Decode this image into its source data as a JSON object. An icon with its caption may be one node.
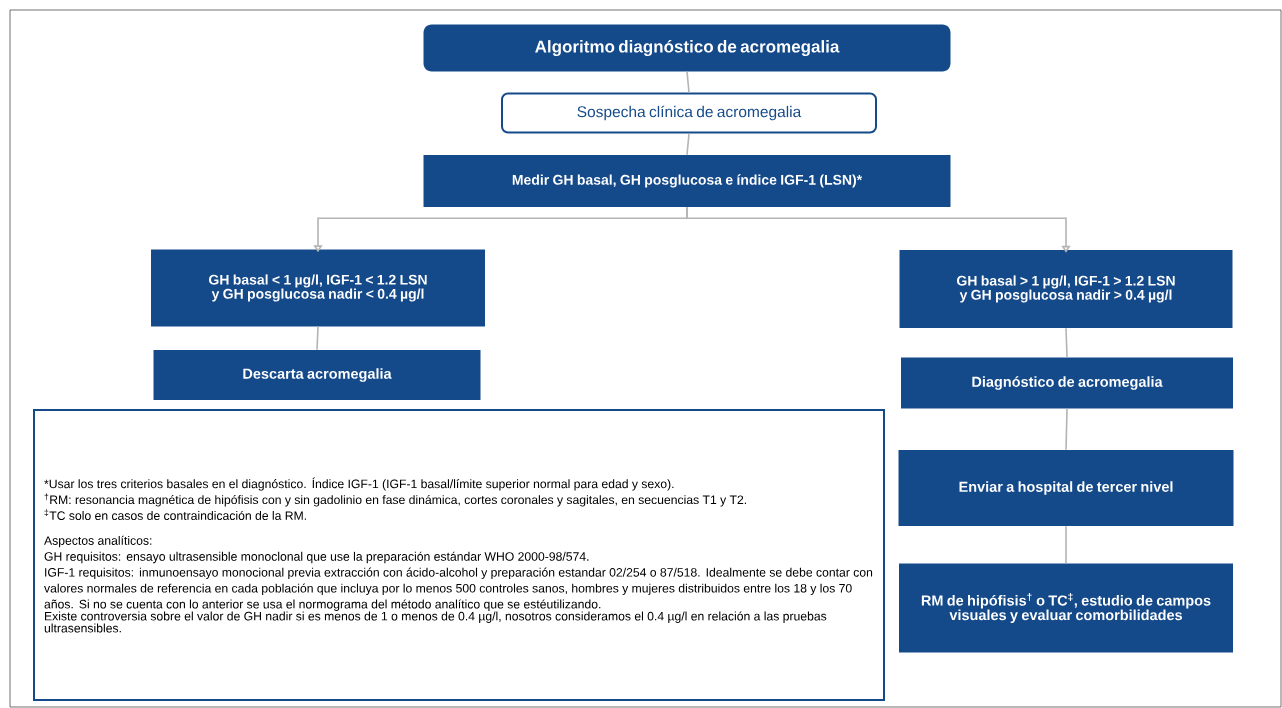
{
  "diagram": {
    "nodes": [
      {
        "text": [
          "Algoritmo diagnóstico de acromegalia"
        ]
      },
      {
        "text": [
          "Sospecha clínica de acromegalia"
        ]
      },
      {
        "text": [
          "Medir GH basal, GH posglucosa e índice IGF-1 (LSN)*"
        ]
      },
      {
        "text": [
          "GH basal < 1 µg/l, IGF-1 < 1.2 LSN y GH posglucosa nadir < 0.4 µg/l"
        ]
      },
      {
        "text": [
          "GH basal > 1 µg/l, IGF-1 > 1.2 LSN y GH posglucosa nadir > 0.4 µg/l"
        ]
      },
      {
        "text": [
          "Descarta acromegalia"
        ]
      },
      {
        "text": [
          "Diagnóstico de acromegalia"
        ]
      },
      {
        "text": [
          "Enviar a hospital de tercer nivel"
        ]
      },
      {
        "text": [
          "RM de hipófisis$^{†}$ o TC$^{‡}$, estudio de campos visuales y evaluar comorbilidades"
        ]
      },
      {
        "text": [
          "*Usar los tres criterios basales en el diagnóstico. Índice IGF-1 (IGF-1 basal/límite superior normal para edad y sexo).",
          "$^{†}$RM: resonancia magnética de hipófisis con y sin gadolinio en fase dinámica, cortes coronales y sagitales, en secuencias T1 y T2.",
          "$^{‡}$TC solo en casos de contraindicación de la RM.",
          "Aspectos analíticos:",
          "GH requisitos: ensayo ultrasensible monoclonal que use la preparación estándar WHO 2000-98/574.",
          "IGF-1 requisitos: inmunoensayo monocional previa extracción con ácido-alcohol y preparación estandar 02/254 o 87/518. Idealmente se debe contar con valores normales de referencia en cada población que incluya por lo menos 500 controles sanos, hombres y mujeres distribuidos entre los 18 y los 70 años. Si no se cuenta con lo anterior se usa el normograma del método analítico que se estéutilizando.",
          "Existe controversia sobre el valor de GH nadir si es menos de 1 o menos de 0.4 µg/l, nosotros consideramos el 0.4 µg/l en relación a las pruebas ultrasensibles."
        ]
      }
    ],
    "edges": [
      {
        "from": 0,
        "to": 1,
        "arrow": "none"
      },
      {
        "from": 1,
        "to": 2,
        "arrow": "none"
      },
      {
        "from": 2,
        "to": 3,
        "arrow": "to"
      },
      {
        "from": 2,
        "to": 4,
        "arrow": "to"
      },
      {
        "from": 3,
        "to": 5,
        "arrow": "none"
      },
      {
        "from": 4,
        "to": 6,
        "arrow": "none"
      },
      {
        "from": 6,
        "to": 7,
        "arrow": "none"
      },
      {
        "from": 7,
        "to": 8,
        "arrow": "none"
      }
    ]
  }
}
